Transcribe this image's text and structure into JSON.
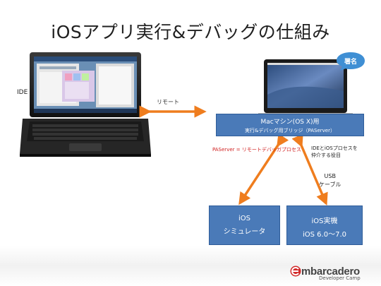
{
  "slide": {
    "title": "iOSアプリ実行&デバッグの仕組み",
    "ide_label": "IDE",
    "remote_label": "リモート",
    "badge": "署名",
    "mac_box": {
      "line1": "Macマシン(OS X)用",
      "line2": "実行&デバッグ用ブリッジ（PAServer）"
    },
    "paserver_note": "PAServer = リモートデバッガプロセス",
    "mediate_note": [
      "IDEとiOSプロセスを",
      "仲介する役目"
    ],
    "usb_note": [
      "USB",
      "ケーブル"
    ],
    "simulator_box": [
      "iOS",
      "シミュレータ"
    ],
    "device_box": [
      "iOS実機",
      "iOS 6.0～7.0"
    ],
    "logo": {
      "main": "mbarcadero",
      "sub": "Developer Camp"
    }
  },
  "colors": {
    "box_fill": "#4a7ab8",
    "arrow": "#ef7d1e",
    "note_red": "#d02020",
    "badge": "#3f8fd4"
  }
}
